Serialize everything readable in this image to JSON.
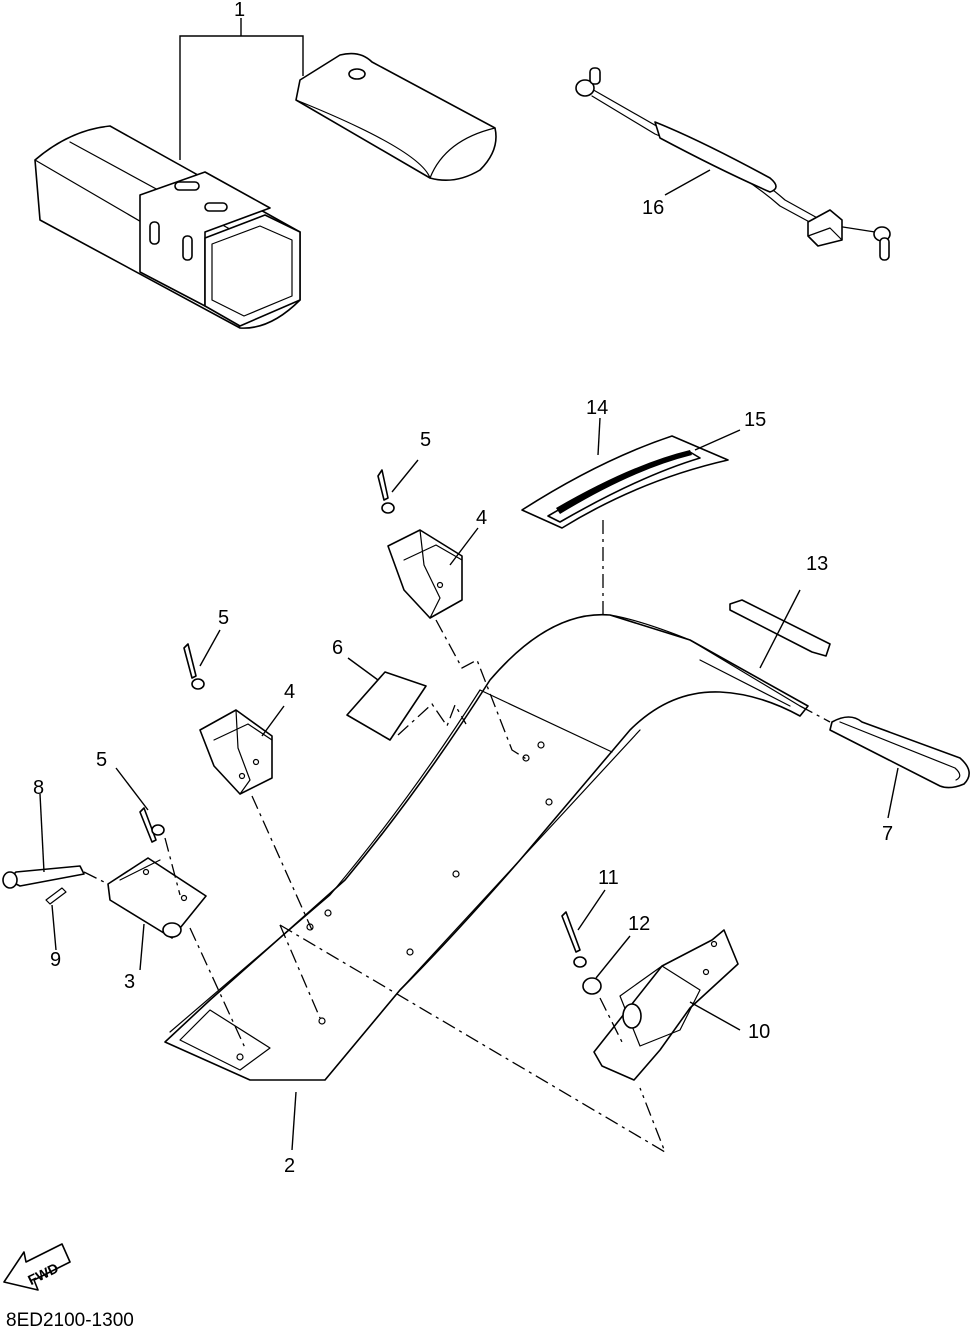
{
  "diagram": {
    "callouts": {
      "p1": "1",
      "p2": "2",
      "p3": "3",
      "p4a": "4",
      "p4b": "4",
      "p5a": "5",
      "p5b": "5",
      "p5c": "5",
      "p6": "6",
      "p7": "7",
      "p8": "8",
      "p9": "9",
      "p10": "10",
      "p11": "11",
      "p12": "12",
      "p13": "13",
      "p14": "14",
      "p15": "15",
      "p16": "16"
    },
    "fwd_label": "FWD",
    "drawing_code": "8ED2100-1300"
  }
}
